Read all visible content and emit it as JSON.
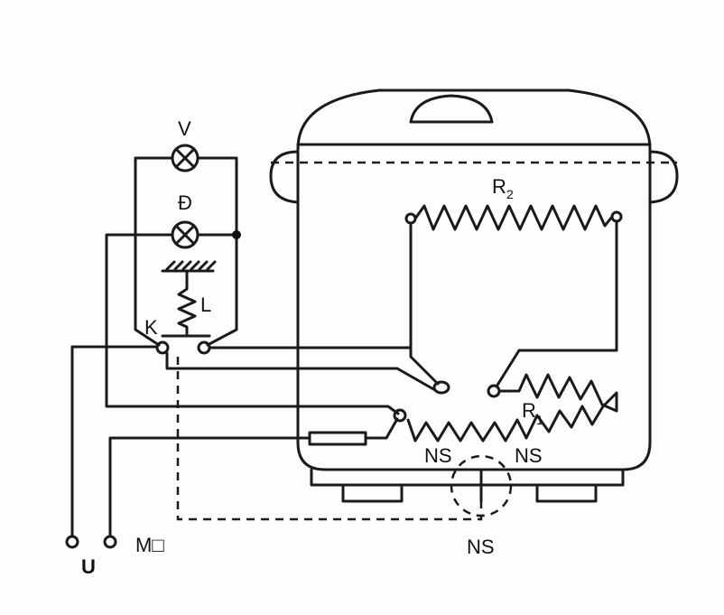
{
  "labels": {
    "lamp_v": "V",
    "lamp_d": "Đ",
    "coil": "L",
    "switch": "K",
    "heater_r2": "R",
    "heater_r2_sub": "2",
    "heater_r1": "R",
    "heater_r1_sub": "1",
    "ns_left": "NS",
    "ns_right": "NS",
    "ns_bottom": "NS",
    "supply": "M□",
    "voltage": "U"
  }
}
